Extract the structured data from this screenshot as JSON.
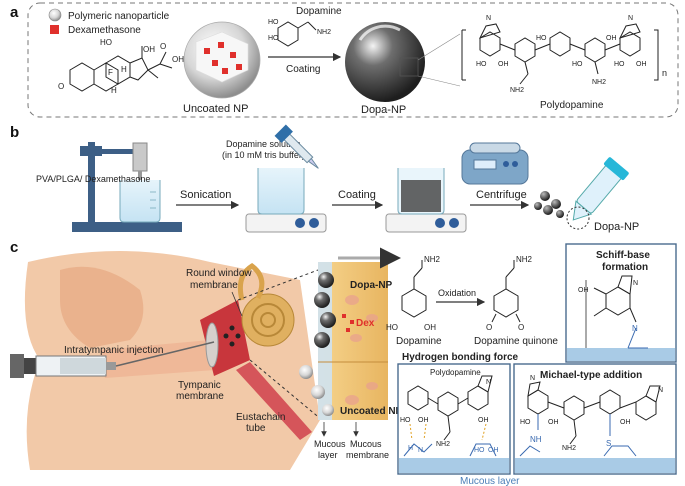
{
  "panels": {
    "a": {
      "letter": "a",
      "legend": {
        "nanoparticle": "Polymeric nanoparticle",
        "drug": "Dexamethasone"
      },
      "uncoated_label": "Uncoated  NP",
      "dopa_np_label": "Dopa-NP",
      "arrow_top": "Dopamine",
      "arrow_bottom": "Coating",
      "polymer_label": "Polydopamine",
      "subscript_n": "n",
      "atoms": {
        "ho": "HO",
        "oh": "OH",
        "o": "O",
        "f": "F",
        "h": "H",
        "nh2": "NH2",
        "n": "N"
      }
    },
    "b": {
      "letter": "b",
      "stand_label": "PVA/PLGA/ Dexamethasone",
      "step_sonication": "Sonication",
      "dopamine_solution": "Dopamine solution",
      "buffer": "(in 10 mM tris buffer)",
      "step_coating": "Coating",
      "step_centrifuge": "Centrifuge",
      "product": "Dopa-NP"
    },
    "c": {
      "letter": "c",
      "round_window_line1": "Round window",
      "round_window_line2": "membrane",
      "injection": "Intratympanic injection",
      "tympanic_line1": "Tympanic",
      "tympanic_line2": "membrane",
      "eustachian_line1": "Eustachain",
      "eustachian_line2": "tube",
      "dopa_np": "Dopa-NP",
      "dex": "Dex",
      "uncoated_np": "Uncoated NP",
      "mucous_layer_line1": "Mucous",
      "mucous_layer_line2": "layer",
      "mucous_membrane_line1": "Mucous",
      "mucous_membrane_line2": "membrane",
      "dopamine": "Dopamine",
      "oxidation": "Oxidation",
      "quinone": "Dopamine quinone",
      "schiff_line1": "Schiff-base",
      "schiff_line2": "formation",
      "hbond_title": "Hydrogen bonding force",
      "hbond_sub": "Polydopamine",
      "michael_title": "Michael-type addition",
      "mucous_layer_bottom": "Mucous layer",
      "atoms": {
        "nh2": "NH2",
        "ho": "HO",
        "oh": "OH",
        "o": "O",
        "n": "N",
        "h": "H",
        "nh": "NH",
        "s": "S"
      }
    }
  },
  "colors": {
    "dex_red": "#e0302c",
    "mucus_blue": "#a9cbe6",
    "label_blue": "#4a7fb8",
    "ear_skin": "#f2c9a8",
    "cochlea": "#e0b060",
    "membrane": "#f0d79a"
  }
}
